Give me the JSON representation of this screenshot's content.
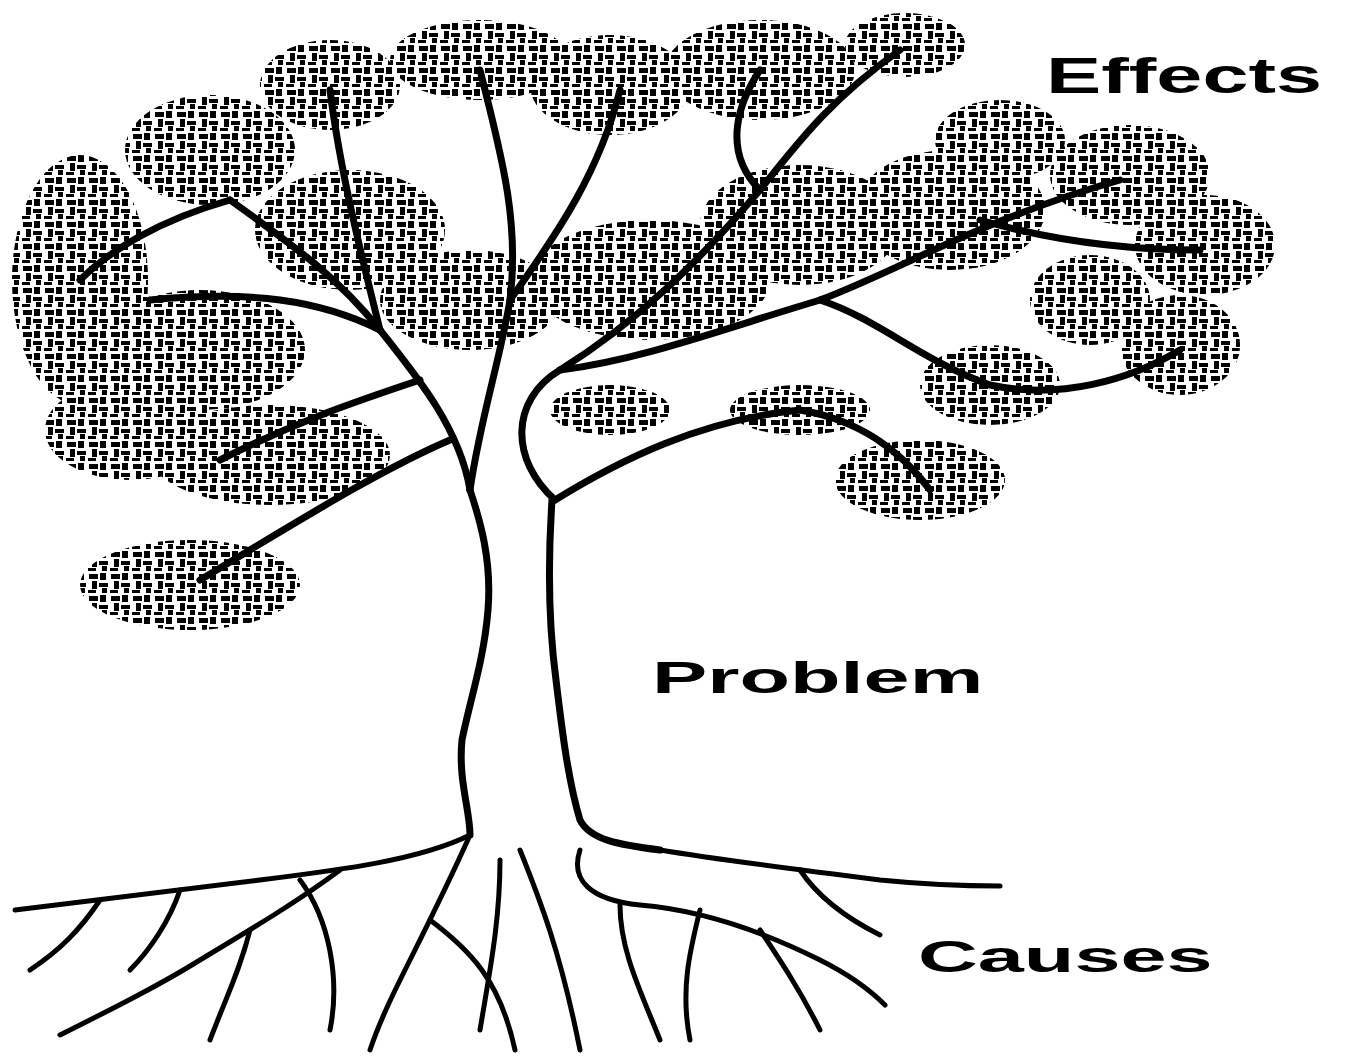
{
  "diagram": {
    "labels": [
      "Effects",
      "Problem",
      "Causes"
    ]
  }
}
